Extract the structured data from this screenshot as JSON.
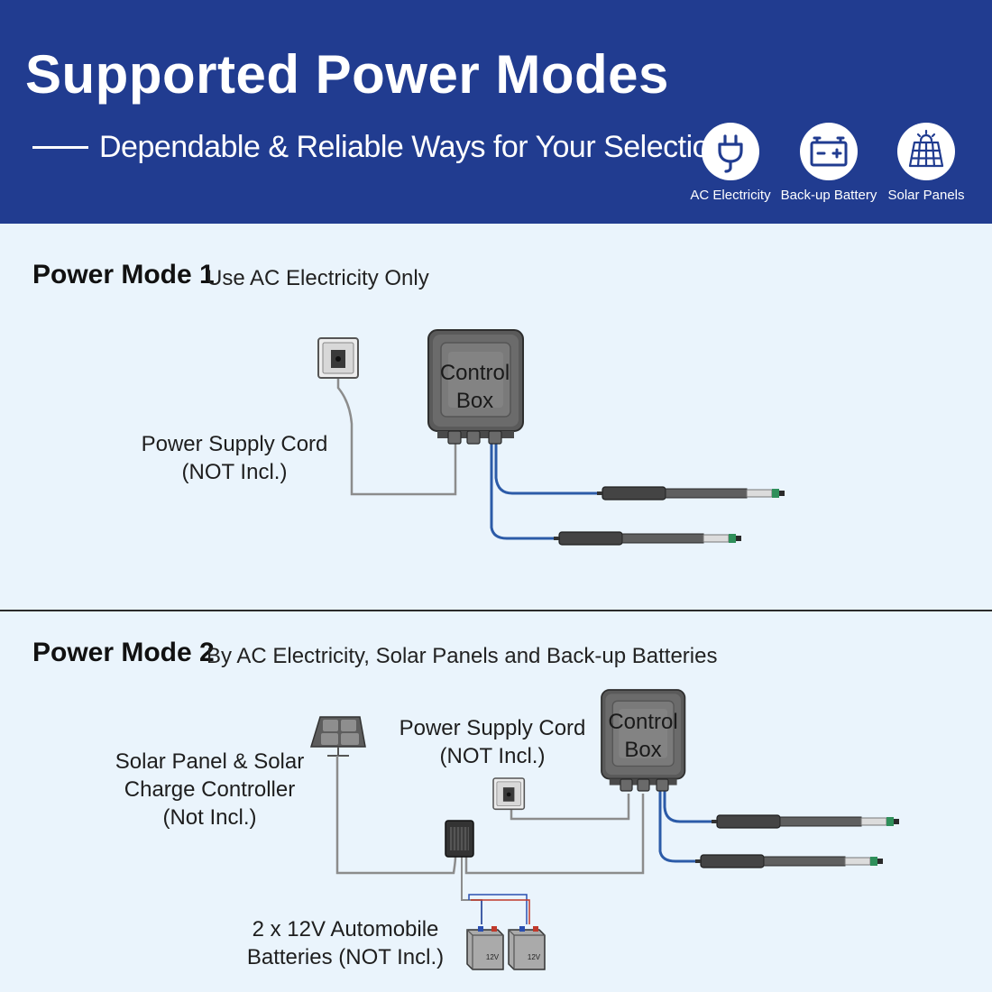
{
  "header": {
    "title": "Supported Power Modes",
    "subtitle": "Dependable & Reliable Ways for Your Selection",
    "modes": [
      {
        "icon": "plug-icon",
        "label": "AC Electricity"
      },
      {
        "icon": "battery-icon",
        "label": "Back-up Battery"
      },
      {
        "icon": "solar-panel-icon",
        "label": "Solar Panels"
      }
    ]
  },
  "mode1": {
    "title": "Power Mode 1",
    "description": "Use AC Electricity Only",
    "control_box": {
      "line1": "Control",
      "line2": "Box"
    },
    "cord_label": {
      "line1": "Power Supply Cord",
      "line2": "(NOT Incl.)"
    }
  },
  "mode2": {
    "title": "Power Mode 2",
    "description": "By AC Electricity, Solar Panels and Back-up Batteries",
    "control_box": {
      "line1": "Control",
      "line2": "Box"
    },
    "cord_label": {
      "line1": "Power Supply Cord",
      "line2": "(NOT Incl.)"
    },
    "solar_label": {
      "line1": "Solar Panel & Solar",
      "line2": "Charge Controller",
      "line3": "(Not Incl.)"
    },
    "battery_label": {
      "line1": "2 x 12V Automobile",
      "line2": "Batteries (NOT Incl.)"
    },
    "battery_text": "12V"
  },
  "colors": {
    "header": "#213c90",
    "background": "#eaf4fc",
    "motor_cable": "#2c5ba8",
    "power_cable": "#8c8c8c"
  }
}
